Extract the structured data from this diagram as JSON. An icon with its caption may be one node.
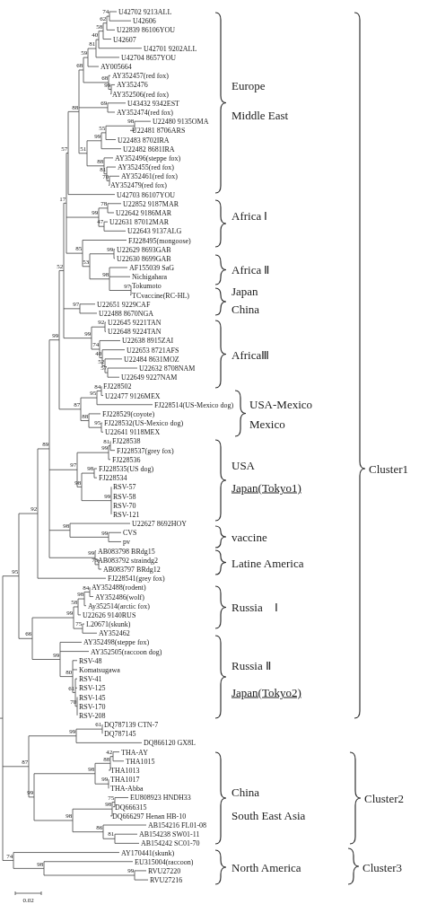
{
  "diagram": {
    "labels": [
      "Europe",
      "Middle East",
      "Africa Ⅰ",
      "Africa Ⅱ",
      "Japan",
      "China",
      "AfricaⅢ",
      "USA-Mexico",
      "Mexico",
      "USA",
      "Japan(Tokyo1)",
      "vaccine",
      "Latine America",
      "Russia　Ⅰ",
      "Russia Ⅱ",
      "Japan(Tokyo2)",
      "China",
      "South East Asia",
      "North America",
      "Cluster1",
      "Cluster2",
      "Cluster3",
      "U42702 9213ALL",
      "U42606",
      "U22839 86106YOU",
      "U42607",
      "U42701 9202ALL",
      "U42704 8657YOU",
      "AY005664",
      "AY352457(red fox)",
      "AY352476",
      "AY352506(red fox)",
      "U43432 9342EST",
      "AY352474(red fox)",
      "U22480 9135OMA",
      "U22481 8706ARS",
      "U22483 8702IRA",
      "U22482 8681IRA",
      "AY352496(steppe fox)",
      "AY352455(red fox)",
      "AY352461(red fox)",
      "AY352479(red fox)",
      "U42703 86107YOU",
      "U22852 9187MAR",
      "U22642 9186MAR",
      "U22631 87012MAR",
      "U22643 9137ALG",
      "FJ228495(mongoose)",
      "U22629 8693GAB",
      "U22630 8699GAB",
      "AF155039 SaG",
      "Nichigahara",
      "Tokumoto",
      "TCvaccine(RC-HL)",
      "U22651 9229CAF",
      "U22488 8670NGA",
      "U22645 9221TAN",
      "U22648 9224TAN",
      "U22638 8915ZAI",
      "U22653 8721AFS",
      "U22484 8631MOZ",
      "U22632 8708NAM",
      "U22649 9227NAM",
      "FJ228502",
      "U22477 9126MEX",
      "FJ228514(US-Mexico dog)",
      "FJ228529(coyote)",
      "FJ228532(US-Mexico dog)",
      "U22641 9118MEX",
      "FJ228538",
      "FJ228537(grey fox)",
      "FJ228536",
      "FJ228535(US dog)",
      "FJ228534",
      "RSV-57",
      "RSV-58",
      "RSV-70",
      "RSV-121",
      "U22627 8692HOY",
      "CVS",
      "pv",
      "AB083798 BRdg15",
      "AB083792 straindg2",
      "AB083797 BRdg12",
      "FJ228541(grey fox)",
      "AY352488(rodent)",
      "AY352486(wolf)",
      "Ay352514(arctic fox)",
      "U22626 9140RUS",
      "L20671(skunk)",
      "AY352462",
      "AY352498(steppe fox)",
      "AY352505(raccoon dog)",
      "RSV-48",
      "Komatsugawa",
      "RSV-41",
      "RSV-125",
      "RSV-145",
      "RSV-170",
      "RSV-208",
      "DQ787139 CTN-7",
      "DQ787145",
      "DQ866120 GX8L",
      "THA-AY",
      "THA1015",
      "THA1013",
      "THA1017",
      "THA-Abba",
      "EU808923 HNDH33",
      "DQ666315",
      "DQ666297 Henan HB-10",
      "AB154216 FL01-08",
      "AB154238 SW01-11",
      "AB154242 SC01-70",
      "AY170441(skunk)",
      "EU315004(raccoon)",
      "RVU27220",
      "RVU27216",
      "74",
      "62",
      "58",
      "40",
      "81",
      "59",
      "99",
      "68",
      "68",
      "69",
      "98",
      "55",
      "99",
      "70",
      "81",
      "88",
      "51",
      "88",
      "57",
      "78",
      "99",
      "47",
      "99",
      "97",
      "98",
      "85",
      "53",
      "17",
      "97",
      "92",
      "57",
      "52",
      "40",
      "74",
      "99",
      "52",
      "84",
      "95",
      "95",
      "88",
      "87",
      "99",
      "81",
      "99",
      "98",
      "99",
      "98",
      "97",
      "99",
      "98",
      "75",
      "99",
      "89",
      "92",
      "84",
      "98",
      "58",
      "75",
      "99",
      "70",
      "61",
      "80",
      "99",
      "66",
      "95",
      "61",
      "99",
      "42",
      "88",
      "99",
      "98",
      "75",
      "98",
      "81",
      "86",
      "98",
      "99",
      "87",
      "99",
      "98",
      "74",
      "0.02"
    ]
  }
}
